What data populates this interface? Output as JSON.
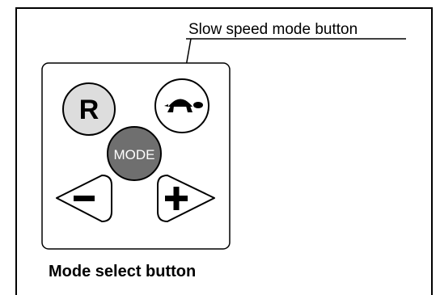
{
  "callout": {
    "slow_speed_label": "Slow speed mode button"
  },
  "caption": {
    "mode_select_label": "Mode select button"
  },
  "buttons": {
    "reverse_label": "R",
    "mode_label": "MODE",
    "minus_label": "−",
    "plus_label": "+"
  },
  "icons": {
    "slow_speed": "turtle-icon"
  },
  "colors": {
    "reverse_button_fill": "#dddddd",
    "mode_button_fill": "#6f6f6f",
    "panel_outline": "#000000"
  }
}
